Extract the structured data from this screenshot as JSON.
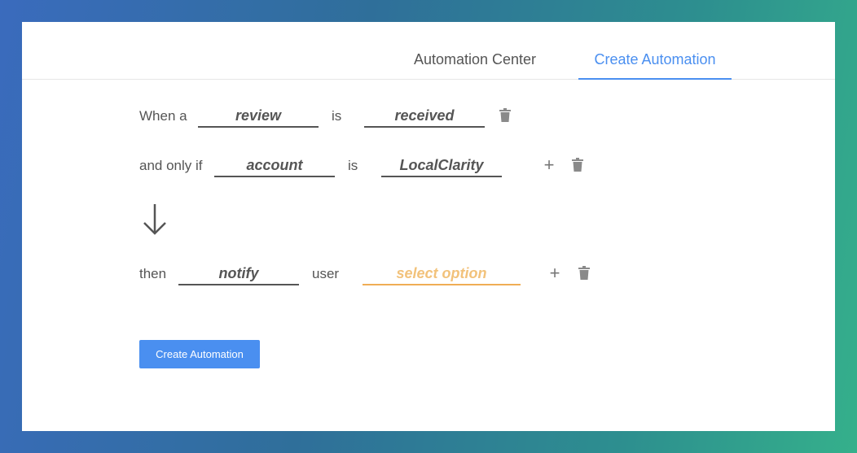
{
  "tabs": [
    {
      "label": "Automation Center"
    },
    {
      "label": "Create Automation",
      "active": true
    }
  ],
  "trigger_row": {
    "prefix": "When a",
    "subject": "review",
    "connector": "is",
    "event": "received"
  },
  "condition_row": {
    "prefix": "and only if",
    "field": "account",
    "connector": "is",
    "value": "LocalClarity"
  },
  "action_row": {
    "prefix": "then",
    "action": "notify",
    "connector": "user",
    "target_placeholder": "select option"
  },
  "submit": {
    "label": "Create Automation"
  },
  "icons": {
    "add": "plus-icon",
    "delete": "trash-icon",
    "flow": "arrow-down-icon"
  },
  "colors": {
    "accent": "#4a8ff0",
    "placeholder": "#f2c27b",
    "text": "#555555"
  }
}
